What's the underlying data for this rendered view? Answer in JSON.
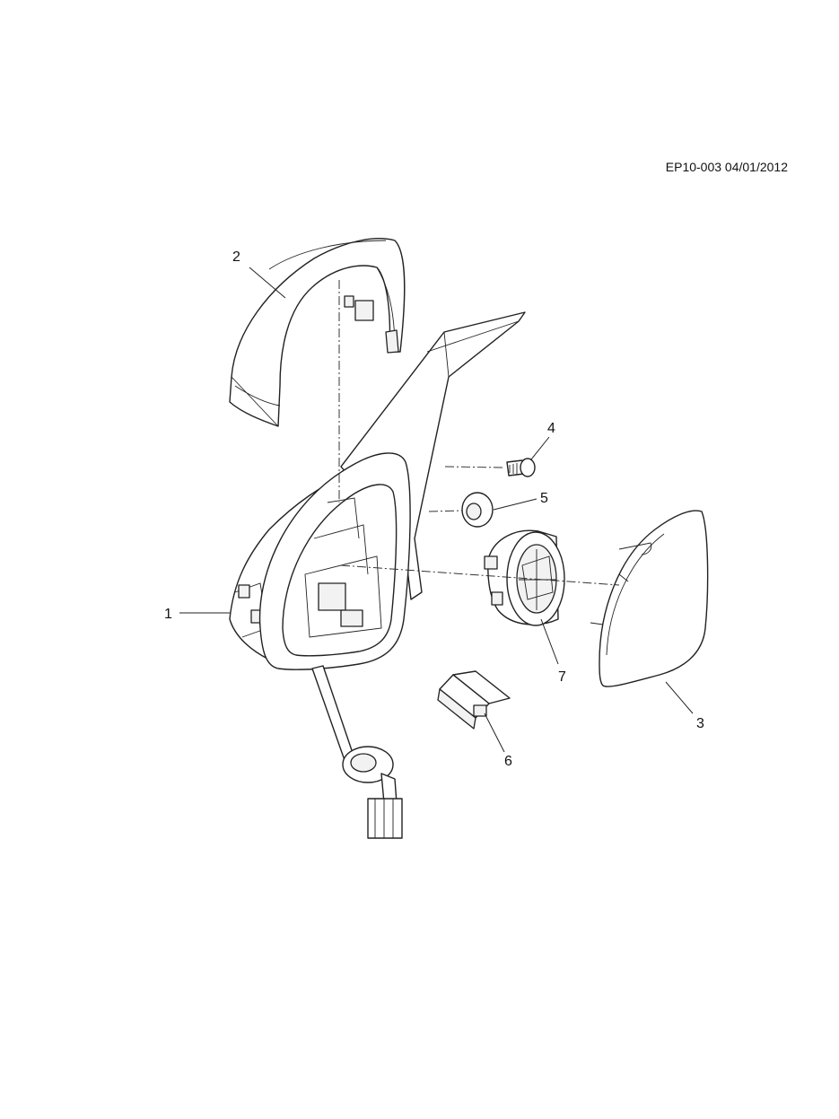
{
  "drawing_ref": "EP10-003 04/01/2012",
  "callouts": [
    {
      "id": "1",
      "label": "1"
    },
    {
      "id": "2",
      "label": "2"
    },
    {
      "id": "3",
      "label": "3"
    },
    {
      "id": "4",
      "label": "4"
    },
    {
      "id": "5",
      "label": "5"
    },
    {
      "id": "6",
      "label": "6"
    },
    {
      "id": "7",
      "label": "7"
    }
  ]
}
